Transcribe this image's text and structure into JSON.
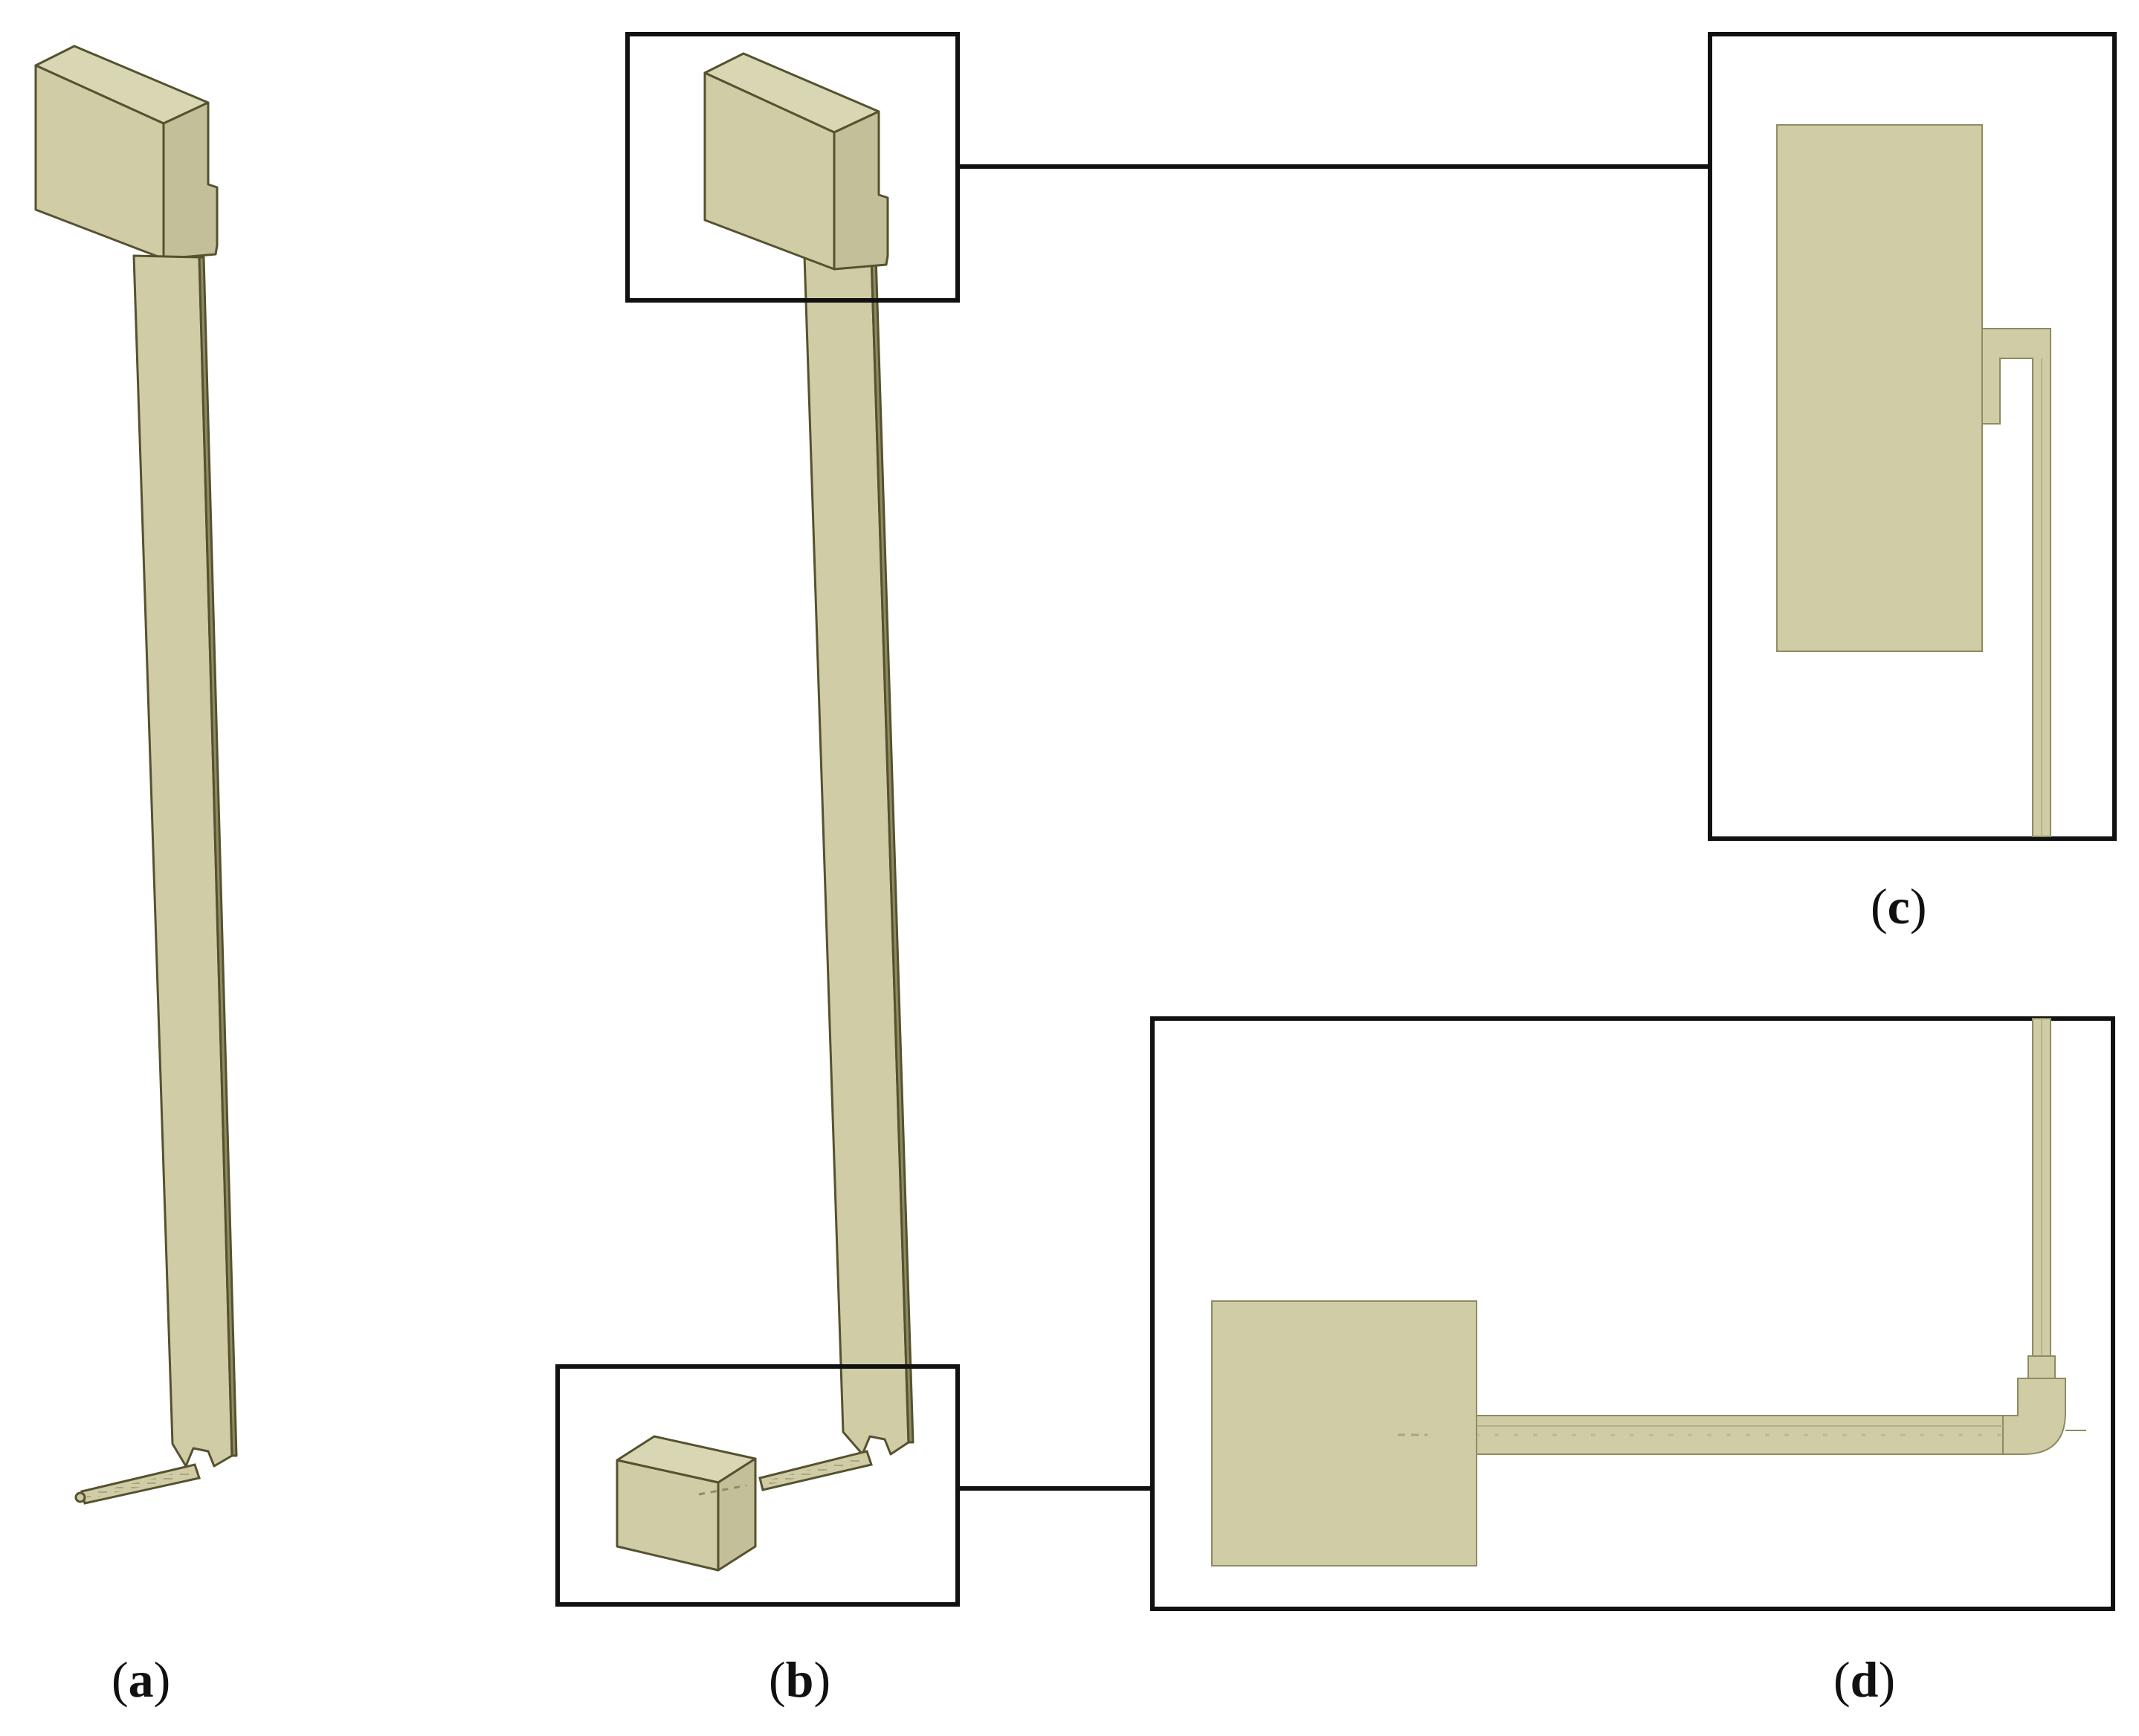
{
  "colors": {
    "face": "#cfcca6",
    "face_light": "#d9d6b4",
    "face_shade": "#c3bf98",
    "edge": "#55522f",
    "frame": "#111111",
    "background": "#ffffff"
  },
  "labels": {
    "a": {
      "open": "(",
      "letter": "a",
      "close": ")"
    },
    "b": {
      "open": "(",
      "letter": "b",
      "close": ")"
    },
    "c": {
      "open": "(",
      "letter": "c",
      "close": ")"
    },
    "d": {
      "open": "(",
      "letter": "d",
      "close": ")"
    }
  }
}
